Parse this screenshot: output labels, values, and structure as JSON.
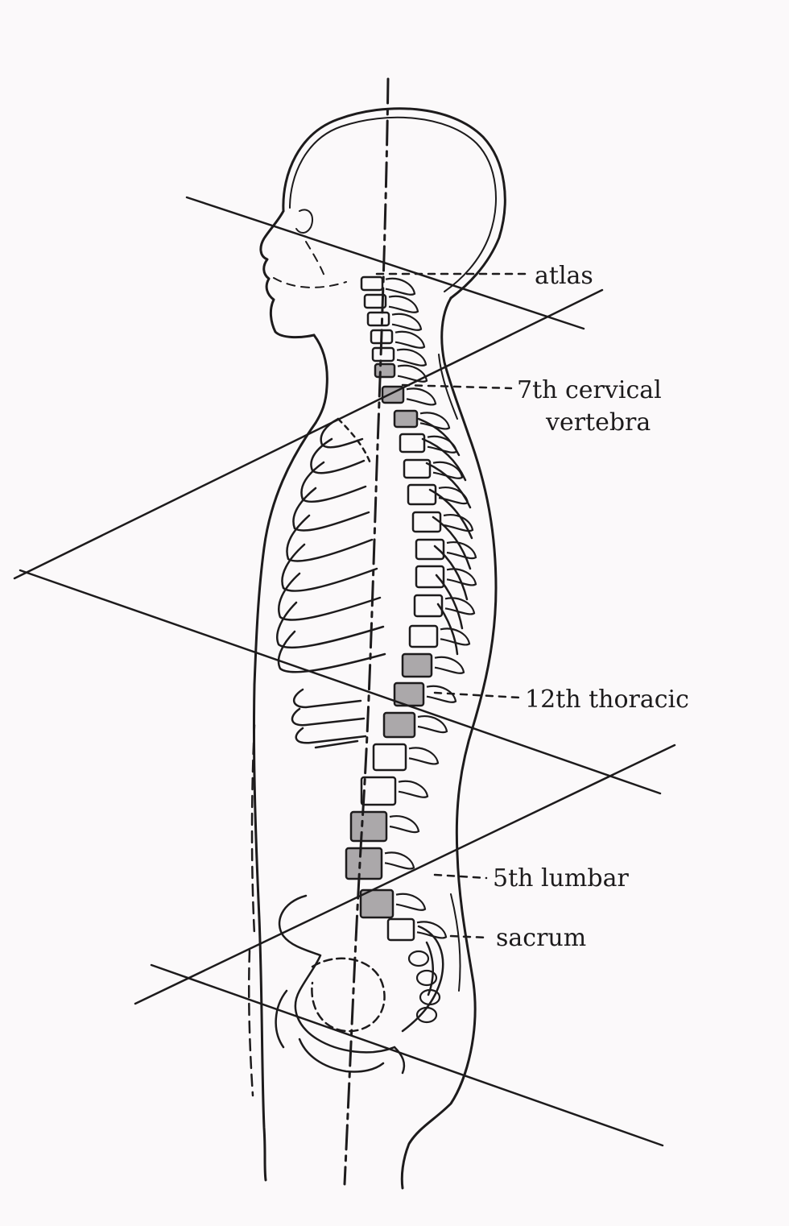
{
  "diagram": {
    "labels": {
      "atlas": "atlas",
      "cervical_line1": "7th cervical",
      "cervical_line2": "vertebra",
      "thoracic": "12th thoracic",
      "lumbar": "5th lumbar",
      "sacrum": "sacrum"
    },
    "ink_color": "#1d1b1c",
    "background_color": "#fbf9fa"
  }
}
